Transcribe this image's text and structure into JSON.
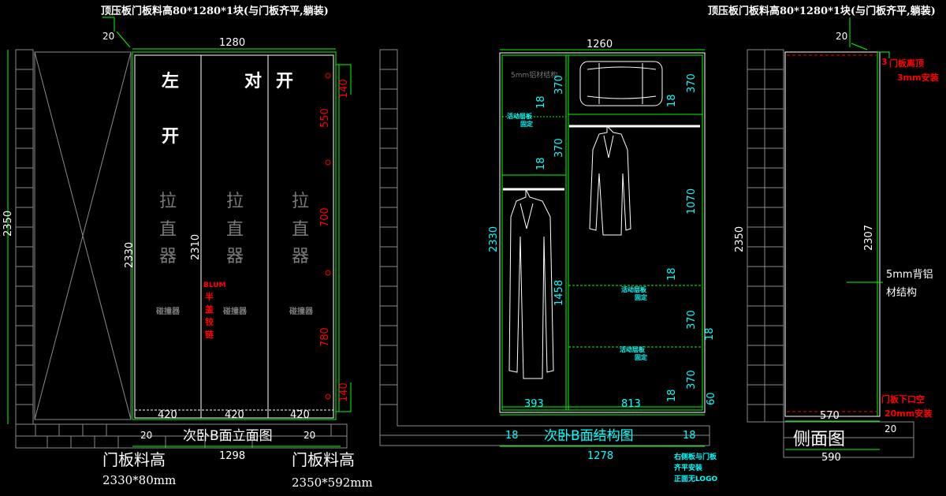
{
  "colors": {
    "background": "#000000",
    "line_white": "#ffffff",
    "line_gray": "#8a8a8a",
    "dim_green": "#00ff00",
    "text_cyan": "#00ffff",
    "text_red": "#ff0000",
    "text_gray": "#7a7a7a",
    "dim_dark_green": "#00a800"
  },
  "front_view": {
    "top_note": "顶压板门板料高80*1280*1块(与门板齐平,躺装)",
    "gap_top": "20",
    "total_width": "1280",
    "total_height": "2350",
    "door_height_left": "2330",
    "door_height_inner": "2310",
    "door_chars_left": [
      "左",
      "开"
    ],
    "door_chars_right": [
      "对",
      "开"
    ],
    "pull_label": [
      "拉",
      "直",
      "器"
    ],
    "bumper_label": "碰撞器",
    "blum_label": [
      "BLUM",
      "半",
      "盖",
      "铰",
      "链"
    ],
    "hinge_dims": [
      "140",
      "550",
      "700",
      "780",
      "140"
    ],
    "door_widths": [
      "420",
      "420",
      "420"
    ],
    "gap_bottom_left": "20",
    "gap_bottom_right": "20",
    "base_width": "1298",
    "view_title": "次卧B面立面图",
    "door_material_1": {
      "title": "门板料高",
      "size": "2330*80mm"
    },
    "door_material_2": {
      "title": "门板料高",
      "size": "2350*592mm"
    }
  },
  "structure_view": {
    "top_width": "1260",
    "aluminum_label": "5mm铝材结构",
    "left_dims": [
      "370",
      "18",
      "370",
      "18",
      "1458"
    ],
    "right_dims": [
      "370",
      "18",
      "1070",
      "18",
      "370",
      "18",
      "370",
      "18",
      "60"
    ],
    "total_height": "2330",
    "shelf_label": [
      "活动层板",
      "固定"
    ],
    "bottom_widths": [
      "393",
      "813"
    ],
    "side_dims": [
      "18",
      "18"
    ],
    "base_width": "1278",
    "view_title": "次卧B面结构图",
    "note_lines": [
      "右侧板与门板",
      "齐平安装",
      "正面无LOGO"
    ]
  },
  "side_view": {
    "top_note": "顶压板门板料高80*1280*1块(与门板齐平,躺装)",
    "gap_top": "20",
    "door_top_note": [
      "门板离顶",
      "3mm安装"
    ],
    "door_top_gap": "3",
    "total_height": "2350",
    "inner_height": "2307",
    "back_panel": [
      "5mm背铝",
      "材结构"
    ],
    "door_bottom_note": [
      "门板下口空",
      "20mm安装"
    ],
    "depth_inner": "570",
    "gap_bottom": "20",
    "depth_total": "590",
    "view_title": "侧面图"
  }
}
